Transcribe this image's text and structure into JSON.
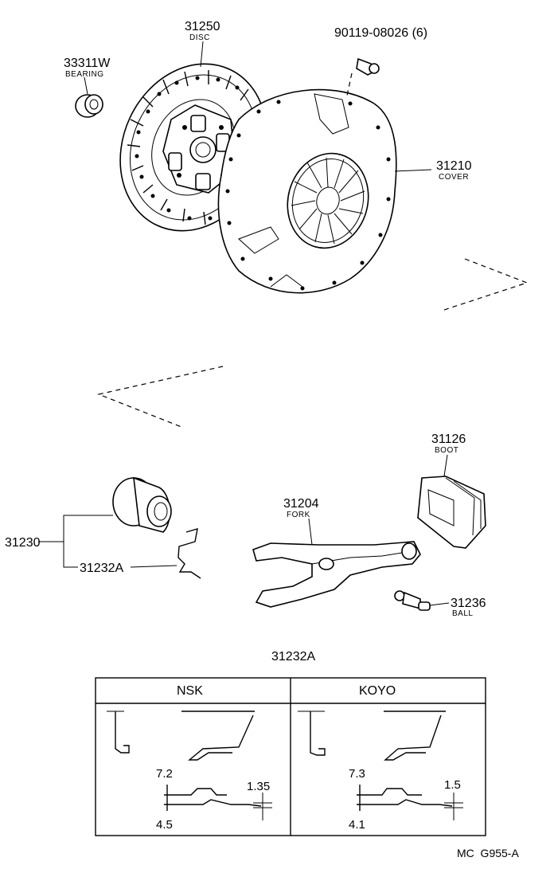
{
  "parts": {
    "disc": {
      "number": "31250",
      "name": "DISC"
    },
    "bearing_w": {
      "number": "33311W",
      "name": "BEARING"
    },
    "bolt": {
      "number": "90119-08026 (6)"
    },
    "cover": {
      "number": "31210",
      "name": "COVER"
    },
    "boot": {
      "number": "31126",
      "name": "BOOT"
    },
    "fork": {
      "number": "31204",
      "name": "FORK"
    },
    "release_bearing": {
      "number": "31230"
    },
    "clip": {
      "number": "31232A"
    },
    "ball": {
      "number": "31236",
      "name": "BALL"
    }
  },
  "detail_table": {
    "title": "31232A",
    "columns": [
      {
        "header": "NSK",
        "dim_top": "7.2",
        "dim_bottom": "4.5",
        "dim_right": "1.35"
      },
      {
        "header": "KOYO",
        "dim_top": "7.3",
        "dim_bottom": "4.1",
        "dim_right": "1.5"
      }
    ]
  },
  "footer": {
    "code": "MC  G955-A"
  }
}
